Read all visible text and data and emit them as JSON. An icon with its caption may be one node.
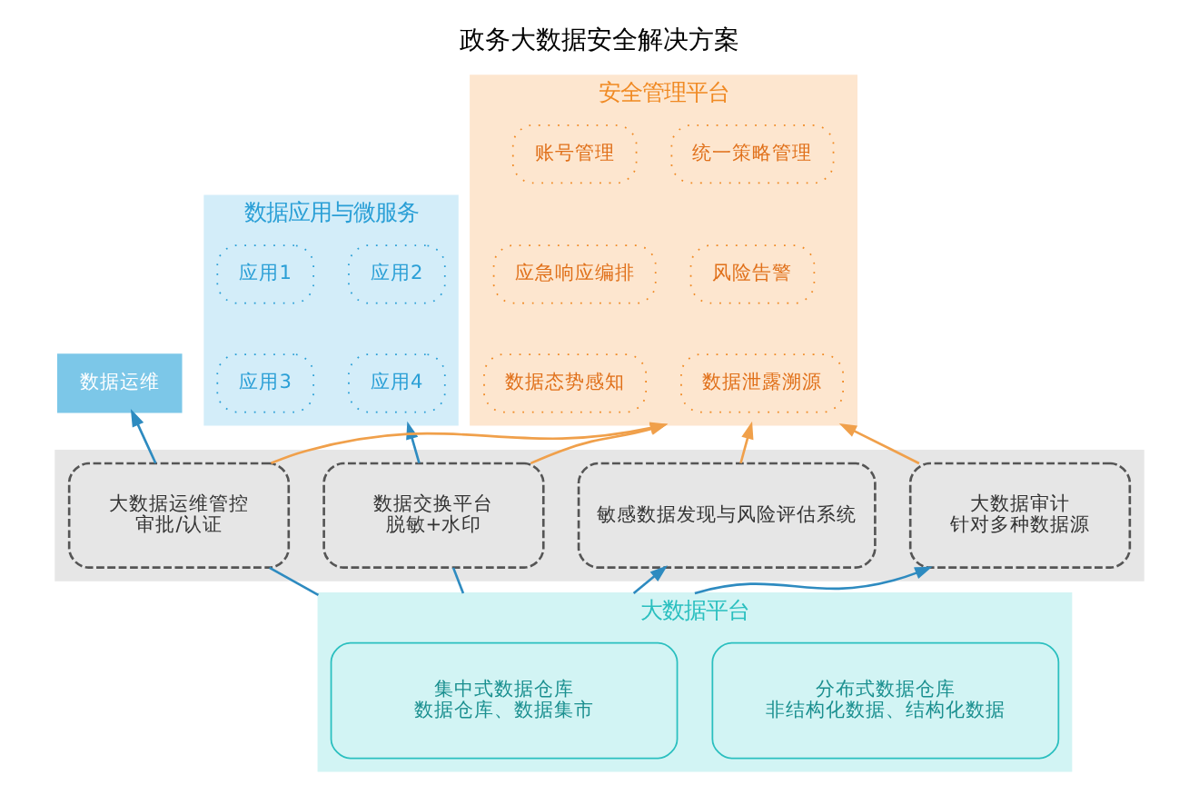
{
  "diagram": {
    "title": "政务大数据安全解决方案",
    "nodes": [
      {
        "text": [
          "数据运维"
        ]
      },
      {
        "text": [
          "数据应用与微服务"
        ]
      },
      {
        "text": [
          "应用1"
        ],
        "in": 1
      },
      {
        "text": [
          "应用2"
        ],
        "in": 1
      },
      {
        "text": [
          "应用3"
        ],
        "in": 1
      },
      {
        "text": [
          "应用4"
        ],
        "in": 1
      },
      {
        "text": [
          "安全管理平台"
        ]
      },
      {
        "text": [
          "账号管理"
        ],
        "in": 6
      },
      {
        "text": [
          "统一策略管理"
        ],
        "in": 6
      },
      {
        "text": [
          "应急响应编排"
        ],
        "in": 6
      },
      {
        "text": [
          "风险告警"
        ],
        "in": 6
      },
      {
        "text": [
          "数据态势感知"
        ],
        "in": 6
      },
      {
        "text": [
          "数据泄露溯源"
        ],
        "in": 6
      },
      {
        "text": [],
        "shape": "box"
      },
      {
        "text": [
          "大数据运维管控",
          "审批/认证"
        ],
        "in": 13
      },
      {
        "text": [
          "数据交换平台",
          "脱敏+水印"
        ],
        "in": 13
      },
      {
        "text": [
          "敏感数据发现与风险评估系统"
        ],
        "in": 13
      },
      {
        "text": [
          "大数据审计",
          "针对多种数据源"
        ],
        "in": 13
      },
      {
        "text": [
          "大数据平台"
        ]
      },
      {
        "text": [
          "集中式数据仓库",
          "数据仓库、数据集市"
        ],
        "in": 18
      },
      {
        "text": [
          "分布式数据仓库",
          "非结构化数据、结构化数据"
        ],
        "in": 18
      }
    ],
    "edges": [
      {
        "from": 18,
        "to": 14,
        "arrow": "none"
      },
      {
        "from": 18,
        "to": 15,
        "arrow": "none"
      },
      {
        "from": 18,
        "to": 16,
        "arrow": "to"
      },
      {
        "from": 18,
        "to": 17,
        "arrow": "to"
      },
      {
        "from": 14,
        "to": 0,
        "arrow": "to"
      },
      {
        "from": 15,
        "to": 1,
        "arrow": "to"
      },
      {
        "from": 14,
        "to": 6,
        "arrow": "to",
        "color": "#f0a04b"
      },
      {
        "from": 15,
        "to": 6,
        "arrow": "to",
        "color": "#f0a04b"
      },
      {
        "from": 16,
        "to": 6,
        "arrow": "to",
        "color": "#f0a04b"
      },
      {
        "from": 17,
        "to": 6,
        "arrow": "to",
        "color": "#f0a04b"
      }
    ]
  }
}
